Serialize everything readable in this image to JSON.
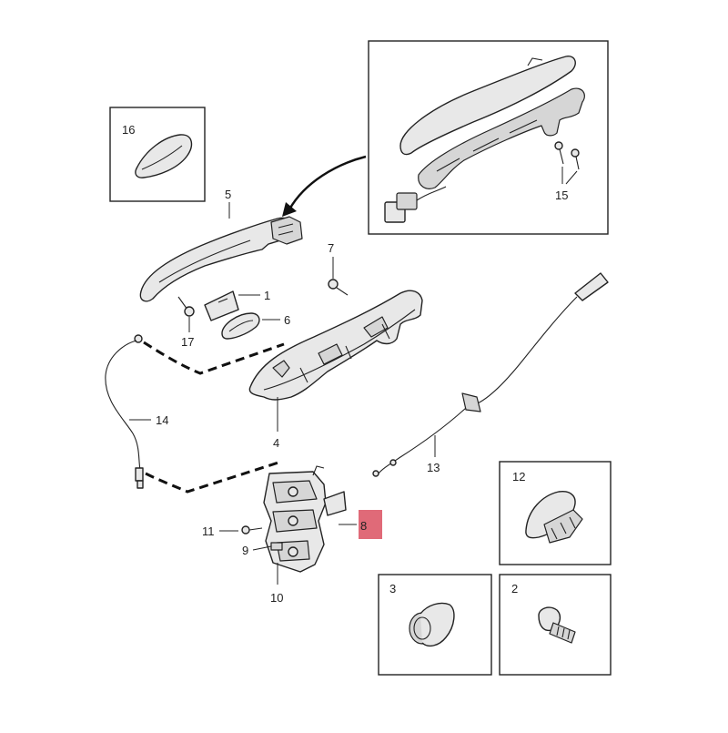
{
  "callouts": {
    "c1": "1",
    "c2": "2",
    "c3": "3",
    "c4": "4",
    "c5": "5",
    "c6": "6",
    "c7": "7",
    "c8": "8",
    "c9": "9",
    "c10": "10",
    "c11": "11",
    "c12": "12",
    "c13": "13",
    "c14": "14",
    "c15": "15",
    "c16": "16",
    "c17": "17"
  },
  "highlight": {
    "part": "8",
    "color": "#e06a78"
  }
}
